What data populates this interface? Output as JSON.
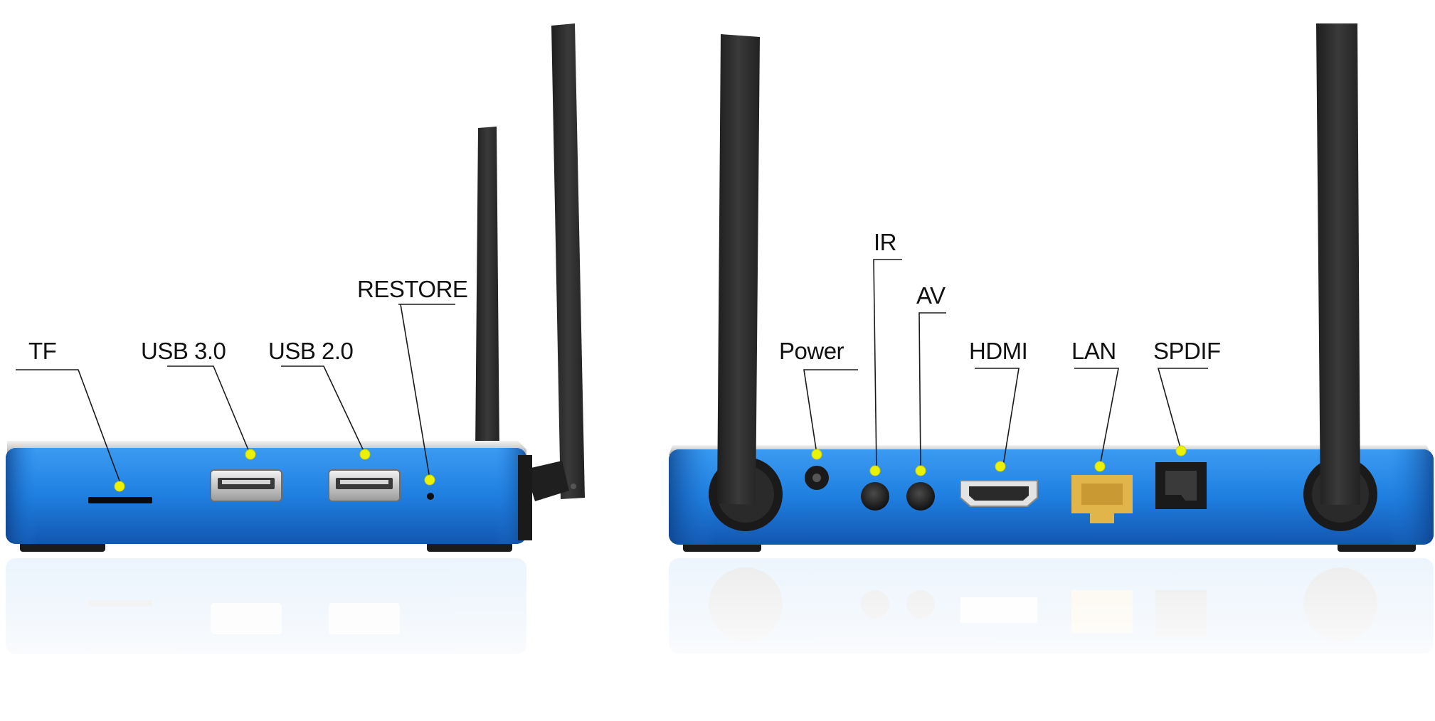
{
  "front_panel": {
    "ports": [
      {
        "key": "tf",
        "label": "TF"
      },
      {
        "key": "usb3",
        "label": "USB 3.0"
      },
      {
        "key": "usb2",
        "label": "USB 2.0"
      },
      {
        "key": "restore",
        "label": "RESTORE"
      }
    ]
  },
  "rear_panel": {
    "ports": [
      {
        "key": "power",
        "label": "Power"
      },
      {
        "key": "ir",
        "label": "IR"
      },
      {
        "key": "av",
        "label": "AV"
      },
      {
        "key": "hdmi",
        "label": "HDMI"
      },
      {
        "key": "lan",
        "label": "LAN"
      },
      {
        "key": "spdif",
        "label": "SPDIF"
      }
    ]
  },
  "colors": {
    "casing_blue": "#1f7fe0",
    "casing_dark": "#1356b0",
    "marker_yellow": "#ecf205",
    "antenna": "#2b2b2b",
    "lan_port": "#e2b54a"
  },
  "icon_names": [
    "antenna-icon",
    "usb-port-icon",
    "hdmi-port-icon",
    "ethernet-port-icon",
    "optical-port-icon",
    "audio-jack-icon",
    "power-jack-icon",
    "sd-slot-icon"
  ]
}
